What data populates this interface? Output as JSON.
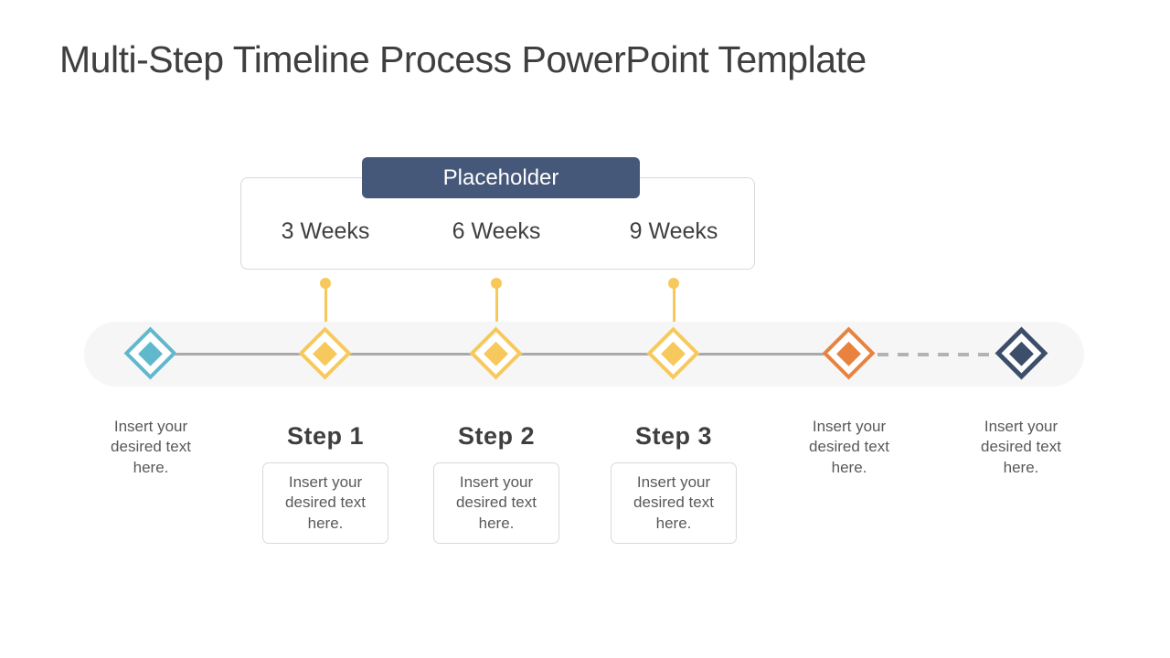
{
  "slide": {
    "title": "Multi-Step Timeline Process PowerPoint Template"
  },
  "callout": {
    "header": "Placeholder",
    "durations": [
      {
        "label": "3 Weeks"
      },
      {
        "label": "6 Weeks"
      },
      {
        "label": "9 Weeks"
      }
    ]
  },
  "timeline": {
    "start": {
      "label": "Insert your desired text here."
    },
    "steps": [
      {
        "heading": "Step 1",
        "text": "Insert your desired text here."
      },
      {
        "heading": "Step 2",
        "text": "Insert your desired text here."
      },
      {
        "heading": "Step 3",
        "text": "Insert your desired text here."
      }
    ],
    "milestone_orange": {
      "label": "Insert your desired text here."
    },
    "milestone_end": {
      "label": "Insert your desired text here."
    }
  },
  "colors": {
    "accent_teal": "#5FB8CC",
    "accent_yellow": "#F7C85C",
    "accent_orange": "#E8823E",
    "accent_navy": "#3D4E6B",
    "header_bg": "#46587A",
    "line_gray": "#A9A9A9",
    "band_bg": "#F6F6F6",
    "box_border": "#D9D9D9",
    "text_dark": "#3F3F3F",
    "text_muted": "#595959"
  }
}
